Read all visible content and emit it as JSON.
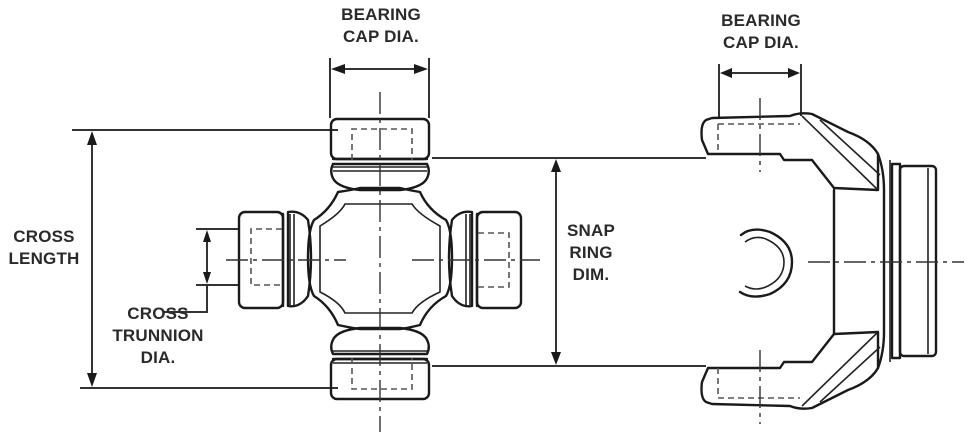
{
  "diagram": {
    "subject": "Universal joint cross and end yoke dimension diagram",
    "labels": {
      "bearing_cap_dia_cross": {
        "line1": "BEARING",
        "line2": "CAP DIA."
      },
      "bearing_cap_dia_yoke": {
        "line1": "BEARING",
        "line2": "CAP DIA."
      },
      "cross_length": {
        "line1": "CROSS",
        "line2": "LENGTH"
      },
      "cross_trunnion_dia": {
        "line1": "CROSS",
        "line2": "TRUNNION",
        "line3": "DIA."
      },
      "snap_ring_dim": {
        "line1": "SNAP",
        "line2": "RING",
        "line3": "DIM."
      }
    },
    "components": [
      "u-joint-cross",
      "bearing-cap-top",
      "bearing-cap-bottom",
      "bearing-cap-left",
      "bearing-cap-right",
      "end-yoke",
      "snap-ring"
    ],
    "colors": {
      "line": "#1a1a1a",
      "text": "#2a2a2a",
      "background": "#ffffff"
    }
  }
}
